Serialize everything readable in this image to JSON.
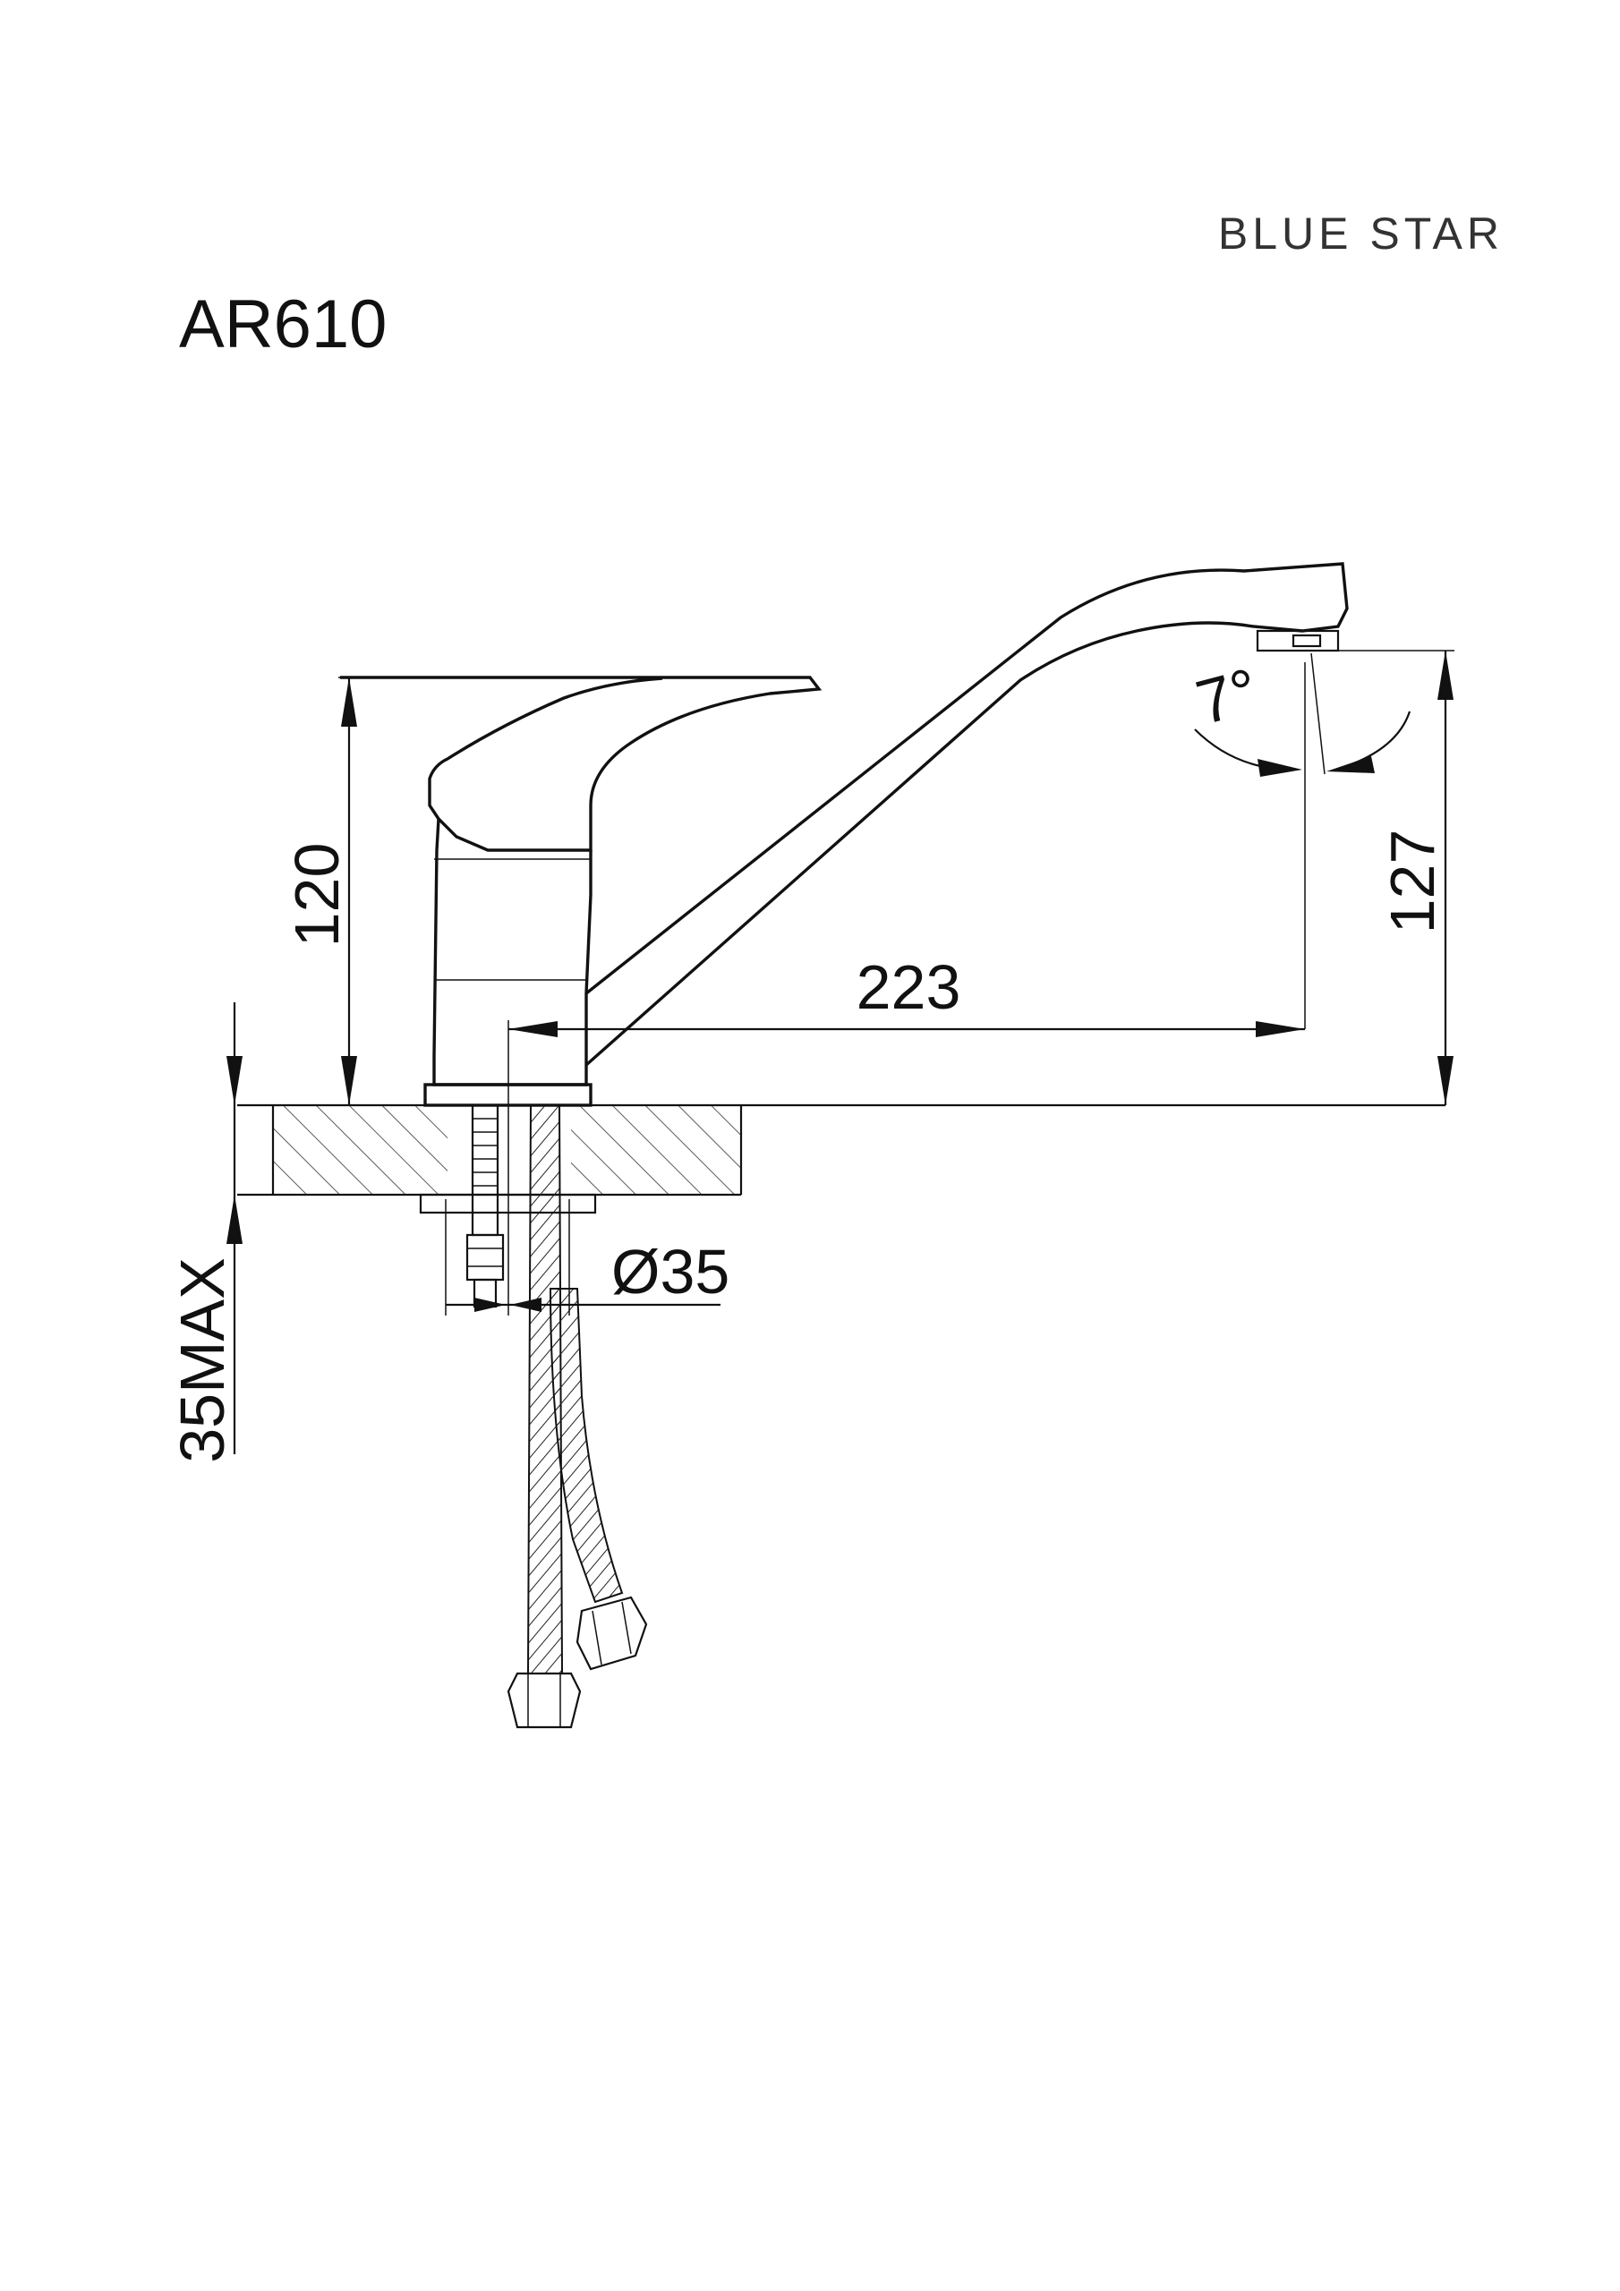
{
  "brand": "BLUE STAR",
  "model": "AR610",
  "dimensions": {
    "lever_height": "120",
    "spout_reach": "223",
    "spout_height": "127",
    "tilt_angle": "7°",
    "hole_diameter": "Ø35",
    "max_thickness": "35MAX"
  }
}
